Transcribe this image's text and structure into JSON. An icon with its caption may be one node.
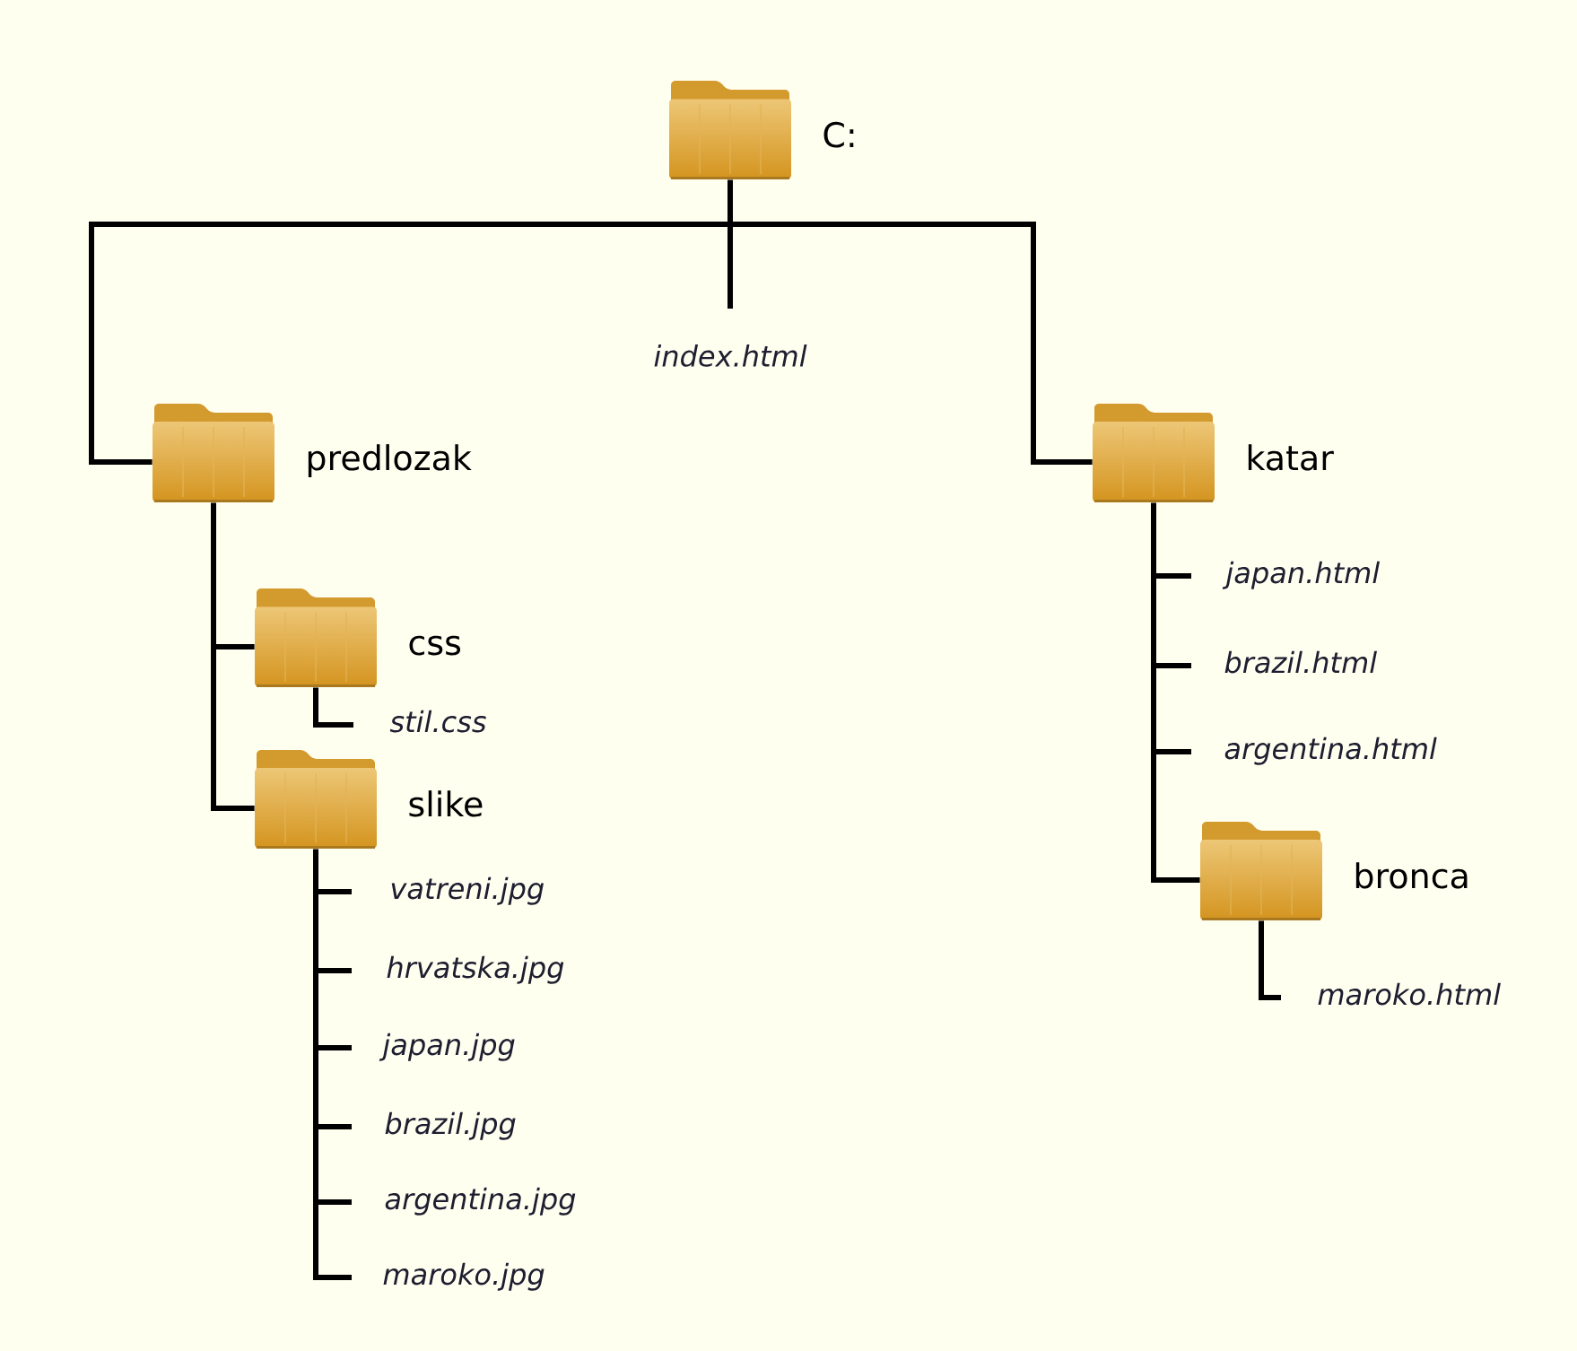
{
  "diagram": {
    "nodes": [
      {
        "text": [
          "C:"
        ]
      },
      {
        "text": [
          "index.html"
        ]
      },
      {
        "text": [
          "predlozak"
        ]
      },
      {
        "text": [
          "katar"
        ]
      },
      {
        "text": [
          "css"
        ]
      },
      {
        "text": [
          "stil.css"
        ]
      },
      {
        "text": [
          "slike"
        ]
      },
      {
        "text": [
          "vatreni.jpg"
        ]
      },
      {
        "text": [
          "hrvatska.jpg"
        ]
      },
      {
        "text": [
          "japan.jpg"
        ]
      },
      {
        "text": [
          "brazil.jpg"
        ]
      },
      {
        "text": [
          "argentina.jpg"
        ]
      },
      {
        "text": [
          "maroko.jpg"
        ]
      },
      {
        "text": [
          "japan.html"
        ]
      },
      {
        "text": [
          "brazil.html"
        ]
      },
      {
        "text": [
          "argentina.html"
        ]
      },
      {
        "text": [
          "bronca"
        ]
      },
      {
        "text": [
          "maroko.html"
        ]
      }
    ],
    "edges": [
      {
        "from": 0,
        "to": 1,
        "arrow": "none"
      },
      {
        "from": 0,
        "to": 2,
        "arrow": "none"
      },
      {
        "from": 0,
        "to": 3,
        "arrow": "none"
      },
      {
        "from": 2,
        "to": 4,
        "arrow": "none"
      },
      {
        "from": 2,
        "to": 6,
        "arrow": "none"
      },
      {
        "from": 4,
        "to": 5,
        "arrow": "none"
      },
      {
        "from": 6,
        "to": 7,
        "arrow": "none"
      },
      {
        "from": 6,
        "to": 8,
        "arrow": "none"
      },
      {
        "from": 6,
        "to": 9,
        "arrow": "none"
      },
      {
        "from": 6,
        "to": 10,
        "arrow": "none"
      },
      {
        "from": 6,
        "to": 11,
        "arrow": "none"
      },
      {
        "from": 6,
        "to": 12,
        "arrow": "none"
      },
      {
        "from": 3,
        "to": 13,
        "arrow": "none"
      },
      {
        "from": 3,
        "to": 14,
        "arrow": "none"
      },
      {
        "from": 3,
        "to": 15,
        "arrow": "none"
      },
      {
        "from": 3,
        "to": 16,
        "arrow": "none"
      },
      {
        "from": 16,
        "to": 17,
        "arrow": "none"
      }
    ]
  }
}
